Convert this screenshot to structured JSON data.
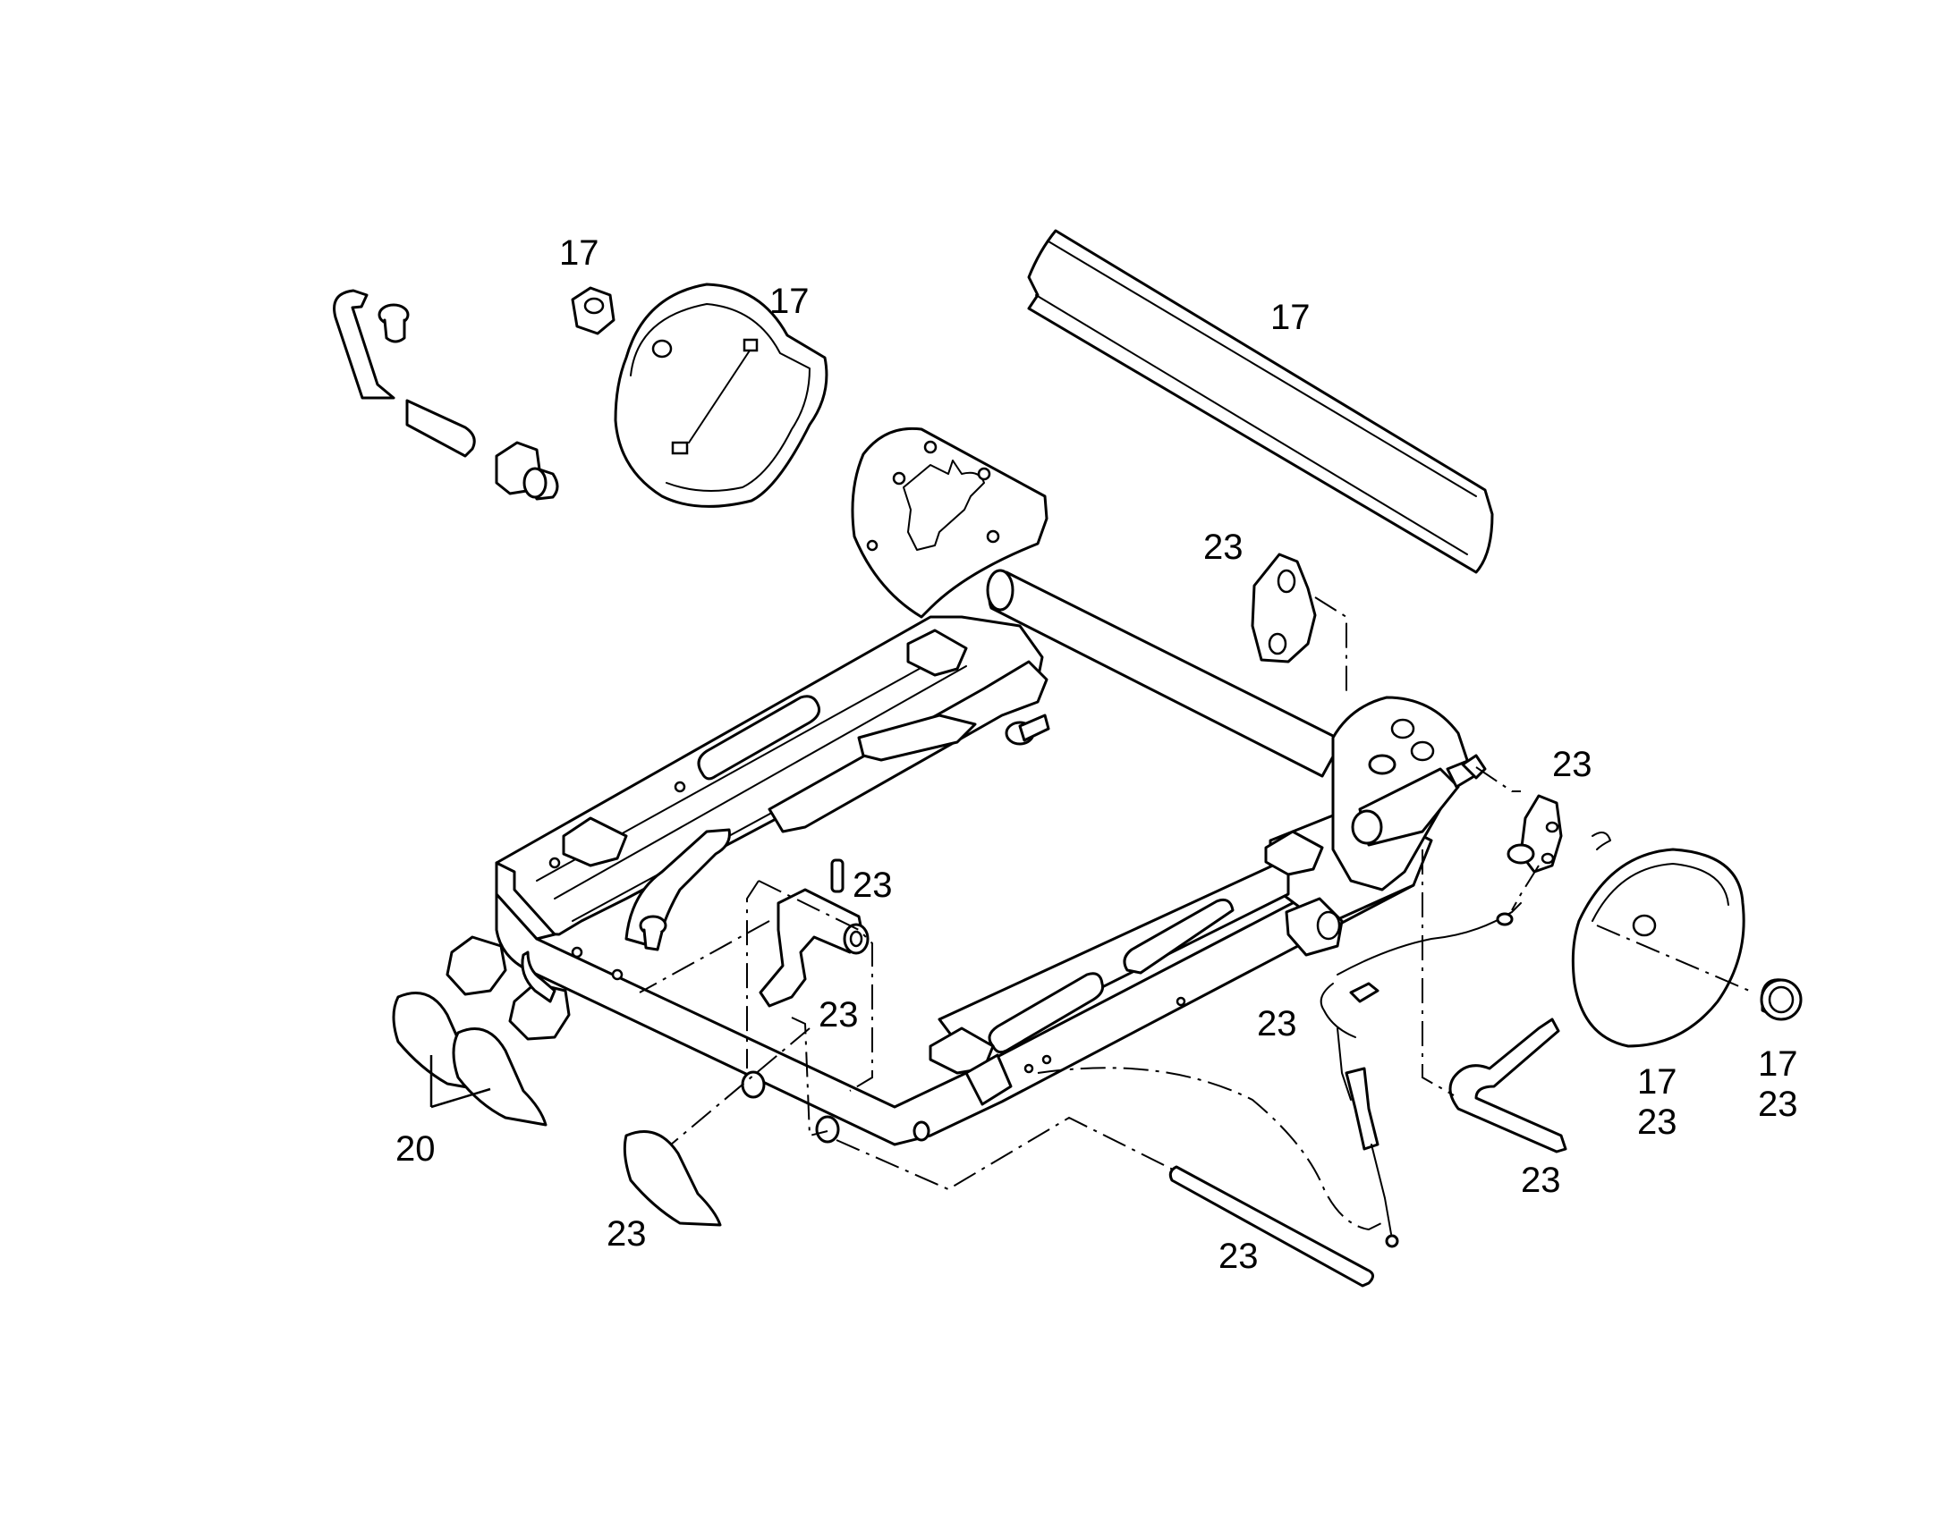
{
  "callouts": {
    "c1": "17",
    "c2": "17",
    "c3": "17",
    "c4": "23",
    "c5": "23",
    "c6": "23",
    "c7": "23",
    "c8": "23",
    "c9_top": "17",
    "c9_bottom": "23",
    "c10_top": "17",
    "c10_bottom": "23",
    "c11": "23",
    "c12": "20",
    "c13": "23",
    "c14": "23"
  },
  "colors": {
    "line": "#000000",
    "background": "#ffffff"
  }
}
